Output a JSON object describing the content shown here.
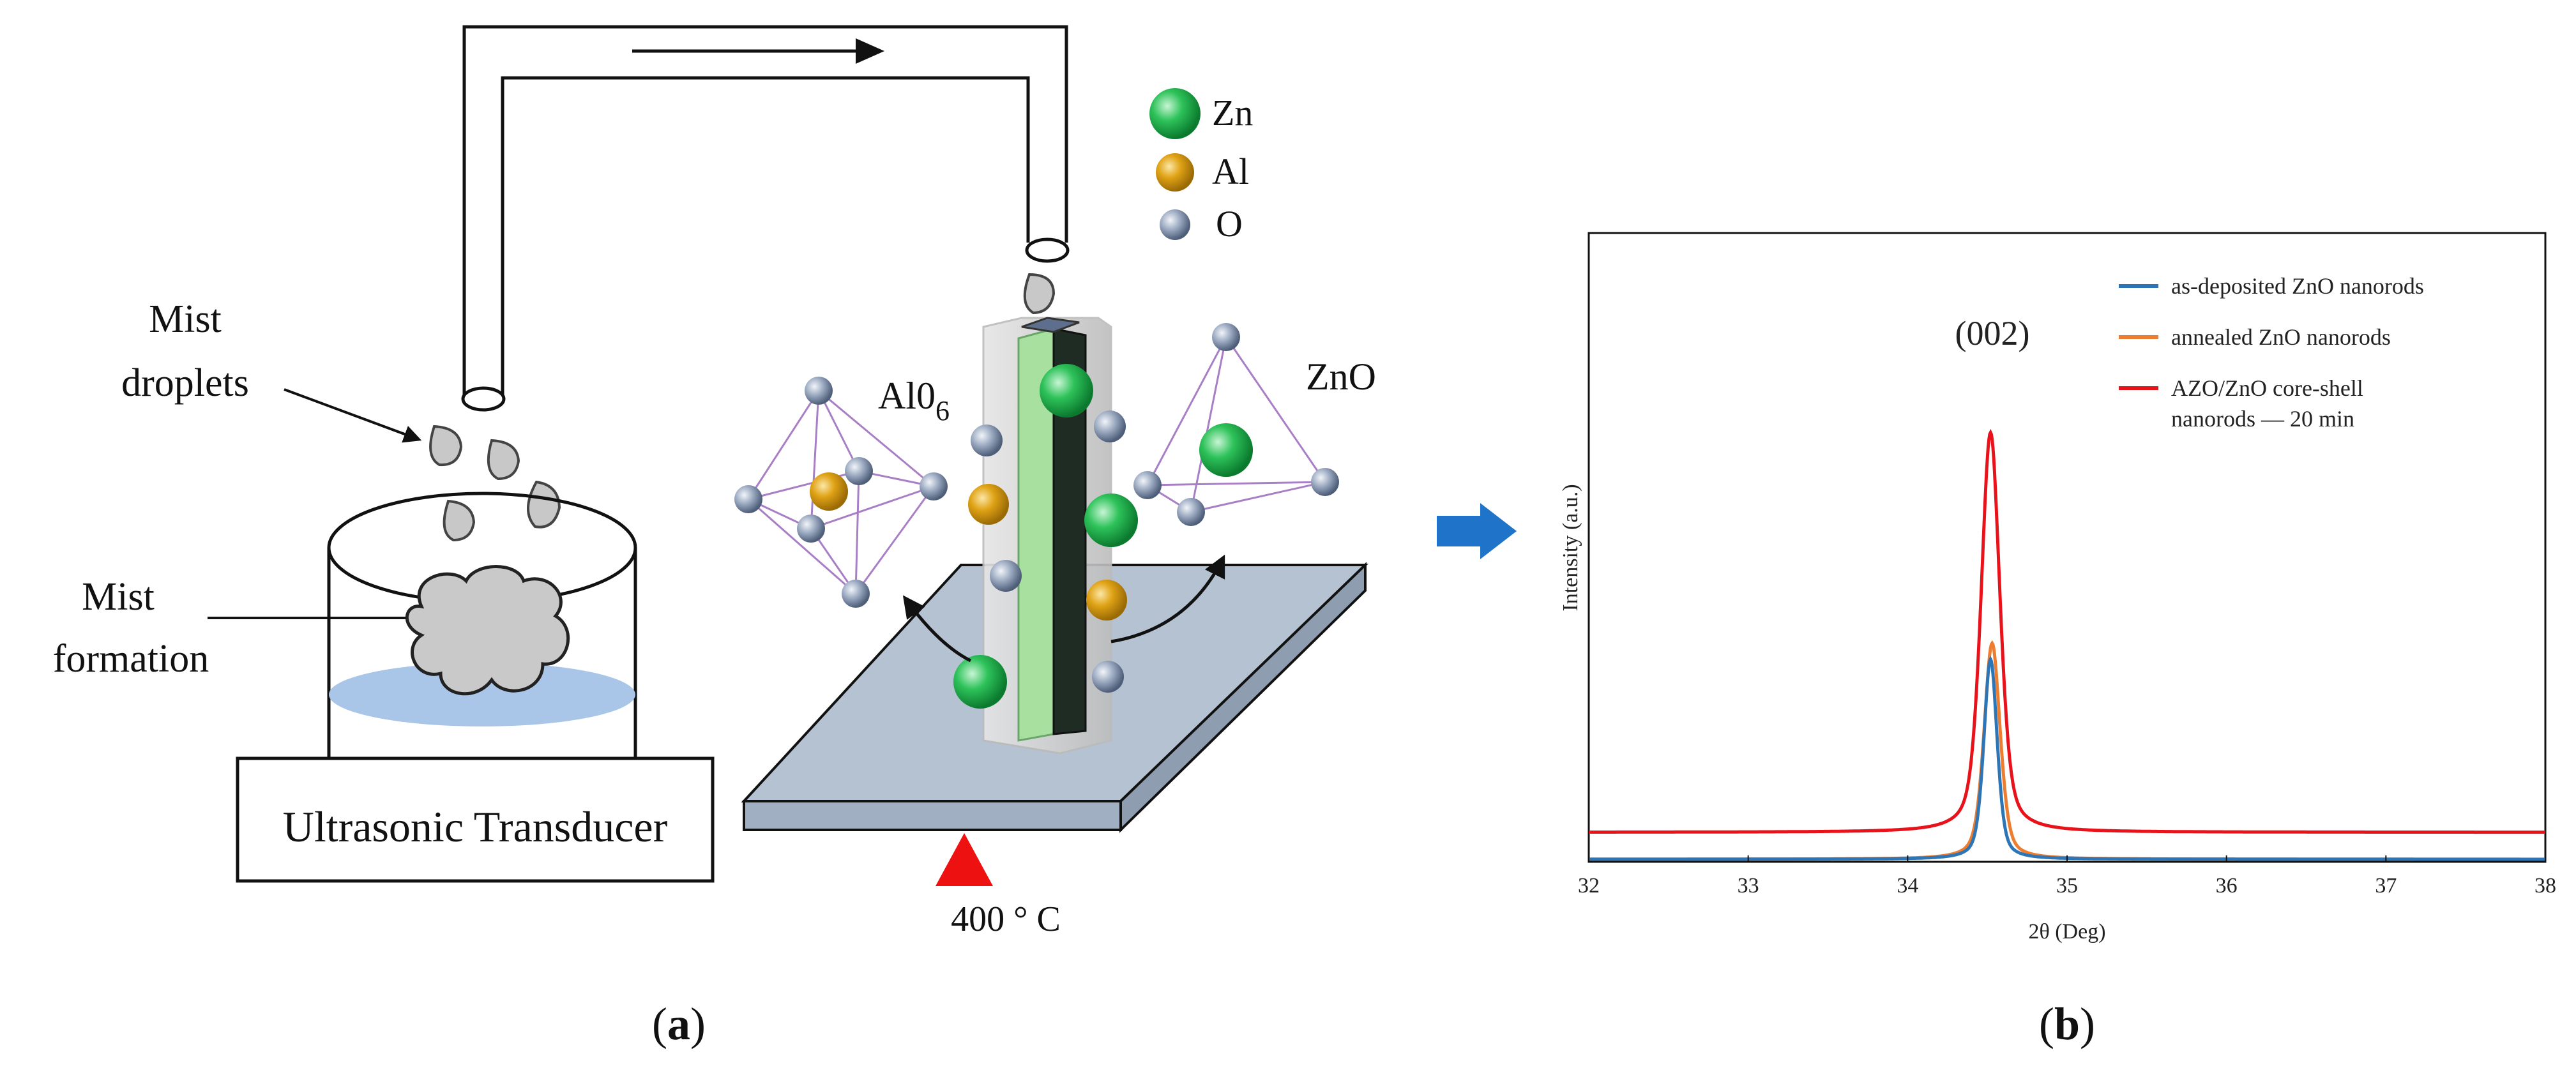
{
  "panel_a": {
    "legend": [
      {
        "symbol": "Zn",
        "color": "#22b14c"
      },
      {
        "symbol": "Al",
        "color": "#d99b0a"
      },
      {
        "symbol": "O",
        "color": "#8a9bb4"
      }
    ],
    "mist_droplets_label": [
      "Mist",
      "droplets"
    ],
    "mist_formation_label": [
      "Mist",
      "formation"
    ],
    "transducer_label": "Ultrasonic Transducer",
    "alo6_label": "Al0",
    "alo6_subscript": "6",
    "zno_label": "ZnO",
    "temperature_label": "400 °  C",
    "panel_label_open": "(",
    "panel_letter": "a",
    "panel_label_close": ")"
  },
  "panel_b": {
    "panel_label_open": "(",
    "panel_letter": "b",
    "panel_label_close": ")"
  },
  "chart_data": {
    "type": "line",
    "xlabel": "2θ (Deg)",
    "ylabel": "Intensity (a.u.)",
    "xlim": [
      32,
      38
    ],
    "x_ticks": [
      "32",
      "33",
      "34",
      "35",
      "36",
      "37",
      "38"
    ],
    "y_ticks_shown": false,
    "legend_position": "top-right",
    "annotations": [
      {
        "text": "(002)",
        "x": 34.5
      }
    ],
    "series": [
      {
        "name": "as-deposited ZnO nanorods",
        "color": "#2e75b6",
        "peak_center": 34.52,
        "peak_height": 0.37,
        "baseline": 0.0,
        "peak_width": 0.05
      },
      {
        "name": "annealed ZnO nanorods",
        "color": "#ed7d31",
        "peak_center": 34.53,
        "peak_height": 0.4,
        "baseline": 0.0,
        "peak_width": 0.06
      },
      {
        "name": "AZO/ZnO core-shell nanorods — 20 min",
        "color": "#e8121b",
        "peak_center": 34.52,
        "peak_height": 0.74,
        "baseline": 0.05,
        "peak_width": 0.07
      }
    ],
    "legend_lines": [
      [
        "as-deposited ZnO nanorods"
      ],
      [
        "annealed ZnO nanorods"
      ],
      [
        "AZO/ZnO core-shell",
        "nanorods — 20 min"
      ]
    ]
  }
}
